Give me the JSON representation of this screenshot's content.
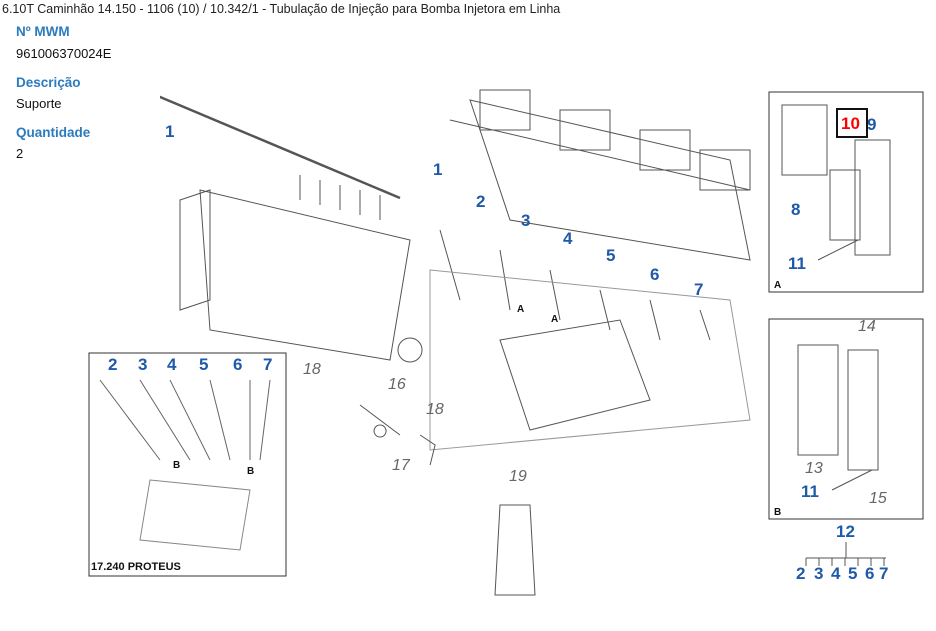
{
  "header": {
    "title": "6.10T Caminhão 14.150 - 1106 (10)  /  10.342/1 - Tubulação de Injeção para Bomba Injetora em Linha"
  },
  "part": {
    "number_label": "Nº MWM",
    "number": "961006370024E",
    "description_label": "Descrição",
    "description": "Suporte",
    "quantity_label": "Quantidade",
    "quantity": "2"
  },
  "diagram": {
    "callouts_blue": [
      "1",
      "1",
      "2",
      "3",
      "4",
      "5",
      "6",
      "7",
      "2",
      "3",
      "4",
      "5",
      "6",
      "7",
      "8",
      "9",
      "11",
      "11",
      "12",
      "2",
      "3",
      "4",
      "5",
      "6",
      "7"
    ],
    "callout_selected": "10",
    "callouts_grey": [
      "18",
      "16",
      "18",
      "17",
      "19",
      "14",
      "13",
      "15"
    ],
    "letters": [
      "A",
      "A",
      "B",
      "B",
      "A",
      "B"
    ],
    "inset_caption": "17.240 PROTEUS",
    "highlight_color": "#ff0000"
  }
}
